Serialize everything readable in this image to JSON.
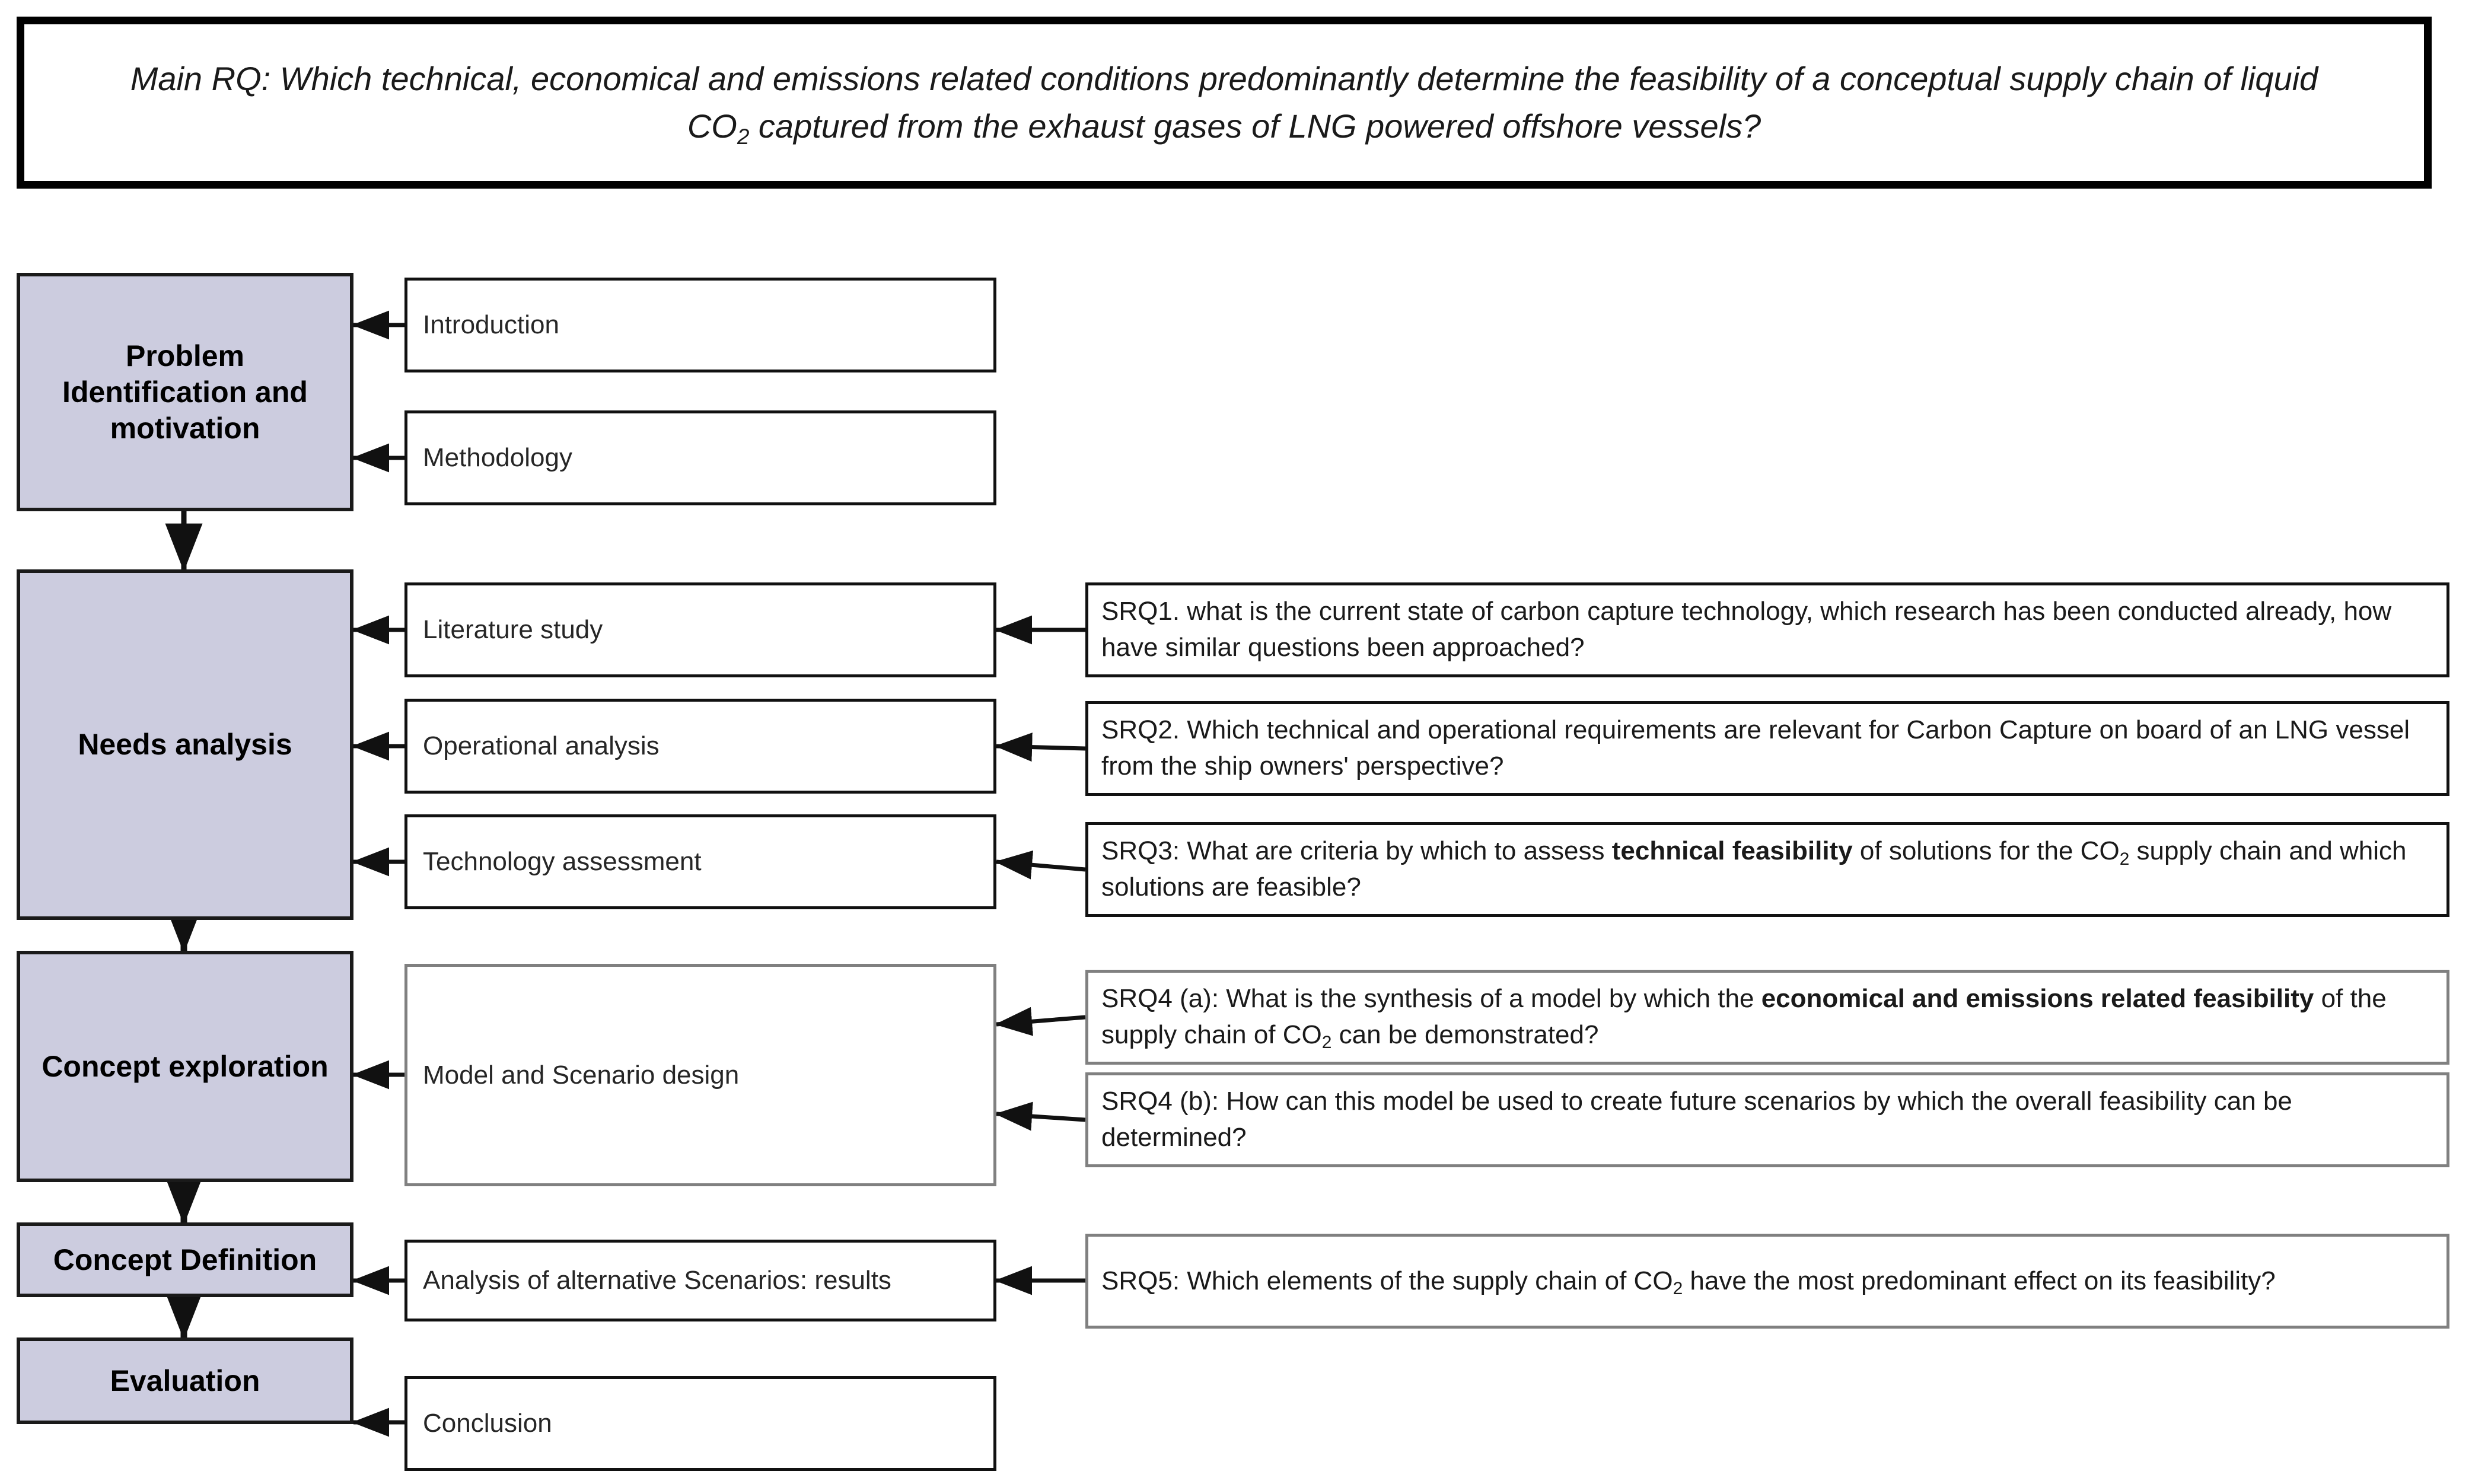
{
  "main_rq": {
    "prefix": "Main RQ: Which technical, economical and emissions related conditions predominantly determine the feasibility of a conceptual supply chain of liquid CO",
    "sub": "2",
    "suffix": " captured from the exhaust gases of LNG powered offshore vessels?"
  },
  "stages": [
    {
      "id": "problem-identification",
      "label": "Problem\nIdentification and\nmotivation"
    },
    {
      "id": "needs-analysis",
      "label": "Needs analysis"
    },
    {
      "id": "concept-exploration",
      "label": "Concept exploration"
    },
    {
      "id": "concept-definition",
      "label": "Concept Definition"
    },
    {
      "id": "evaluation",
      "label": "Evaluation"
    }
  ],
  "tasks": [
    {
      "id": "introduction",
      "label": "Introduction"
    },
    {
      "id": "methodology",
      "label": "Methodology"
    },
    {
      "id": "literature-study",
      "label": "Literature study"
    },
    {
      "id": "operational-analysis",
      "label": "Operational analysis"
    },
    {
      "id": "technology-assessment",
      "label": "Technology assessment"
    },
    {
      "id": "model-scenario-design",
      "label": "Model and Scenario design"
    },
    {
      "id": "analysis-alternative-scenarios",
      "label": "Analysis of alternative Scenarios: results"
    },
    {
      "id": "conclusion",
      "label": "Conclusion"
    }
  ],
  "sub_questions": [
    {
      "id": "srq1",
      "parts": [
        {
          "type": "text",
          "value": "SRQ1. what is the current state of carbon capture technology, which research has been conducted already, how have similar questions been approached?"
        }
      ]
    },
    {
      "id": "srq2",
      "parts": [
        {
          "type": "text",
          "value": "SRQ2. Which technical and operational requirements are relevant for Carbon Capture on board of an LNG vessel from the ship owners' perspective?"
        }
      ]
    },
    {
      "id": "srq3",
      "parts": [
        {
          "type": "text",
          "value": "SRQ3: What are criteria by which to assess "
        },
        {
          "type": "bold",
          "value": "technical feasibility"
        },
        {
          "type": "text",
          "value": " of solutions for the CO"
        },
        {
          "type": "sub",
          "value": "2"
        },
        {
          "type": "text",
          "value": " supply chain and which solutions are feasible?"
        }
      ]
    },
    {
      "id": "srq4a",
      "parts": [
        {
          "type": "text",
          "value": "SRQ4 (a): What is the synthesis of a model by which the "
        },
        {
          "type": "bold",
          "value": "economical and emissions related feasibility"
        },
        {
          "type": "text",
          "value": " of the supply chain of CO"
        },
        {
          "type": "sub",
          "value": "2"
        },
        {
          "type": "text",
          "value": " can be demonstrated?"
        }
      ]
    },
    {
      "id": "srq4b",
      "parts": [
        {
          "type": "text",
          "value": "SRQ4 (b): How can this model be used to create future scenarios by which the overall feasibility can be determined?"
        }
      ]
    },
    {
      "id": "srq5",
      "parts": [
        {
          "type": "text",
          "value": "SRQ5: Which elements of the supply chain of CO"
        },
        {
          "type": "sub",
          "value": "2"
        },
        {
          "type": "text",
          "value": " have the most predominant effect on its feasibility?"
        }
      ]
    }
  ],
  "colors": {
    "stage_fill": "#ccccdf",
    "stage_border": "#1a1a1a",
    "box_border": "#111111",
    "box_border_gray": "#808080",
    "background": "#ffffff"
  }
}
